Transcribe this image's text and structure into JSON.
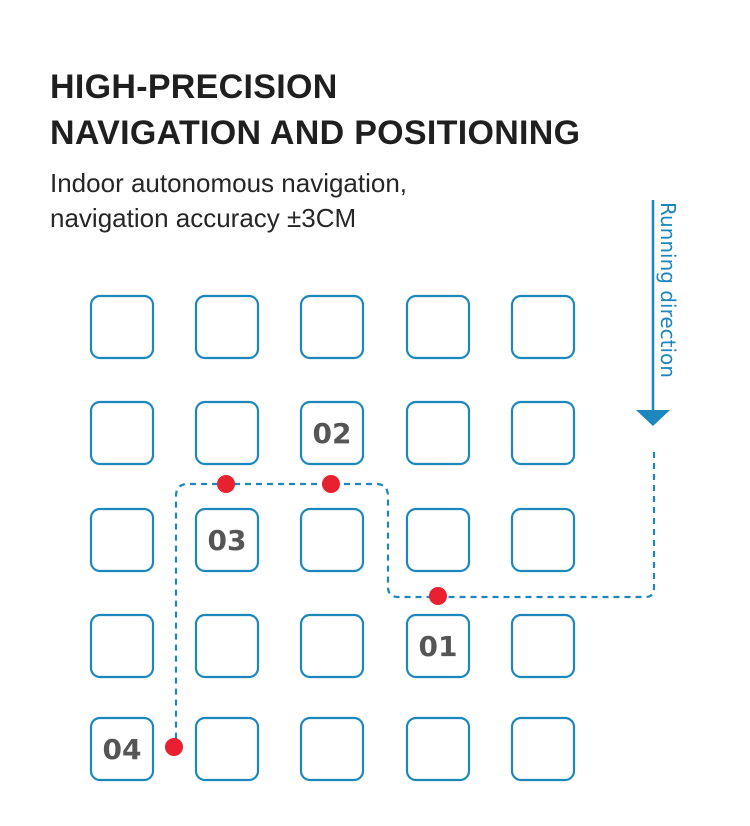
{
  "heading": {
    "line1": "HIGH-PRECISION",
    "line2": "NAVIGATION AND POSITIONING"
  },
  "subtitle": {
    "line1": "Indoor autonomous navigation,",
    "line2": "navigation accuracy ±3CM"
  },
  "grid": {
    "rows": 5,
    "cols": 5,
    "labeled_cells": [
      {
        "row": 2,
        "col": 3,
        "label": "02"
      },
      {
        "row": 3,
        "col": 2,
        "label": "03"
      },
      {
        "row": 4,
        "col": 4,
        "label": "01"
      },
      {
        "row": 5,
        "col": 1,
        "label": "04"
      }
    ]
  },
  "direction": {
    "label": "Running direction"
  },
  "colors": {
    "accent": "#1b87bd",
    "marker": "#e8202f",
    "heading": "#1f1f1f",
    "label": "#555555"
  }
}
